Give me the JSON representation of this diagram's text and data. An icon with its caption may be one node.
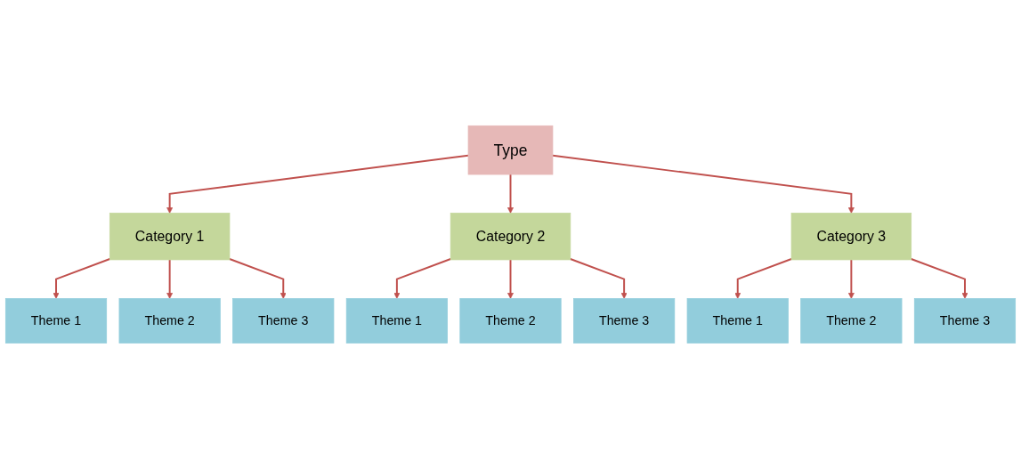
{
  "diagram": {
    "nodes": [
      {
        "text": [
          "Type"
        ]
      },
      {
        "text": [
          "Category 1"
        ]
      },
      {
        "text": [
          "Category 2"
        ]
      },
      {
        "text": [
          "Category 3"
        ]
      },
      {
        "text": [
          "Theme 1"
        ]
      },
      {
        "text": [
          "Theme 2"
        ]
      },
      {
        "text": [
          "Theme 3"
        ]
      },
      {
        "text": [
          "Theme 1"
        ]
      },
      {
        "text": [
          "Theme 2"
        ]
      },
      {
        "text": [
          "Theme 3"
        ]
      },
      {
        "text": [
          "Theme 1"
        ]
      },
      {
        "text": [
          "Theme 2"
        ]
      },
      {
        "text": [
          "Theme 3"
        ]
      }
    ],
    "edges": [
      {
        "from": 0,
        "to": 1,
        "arrow": "to"
      },
      {
        "from": 0,
        "to": 2,
        "arrow": "to"
      },
      {
        "from": 0,
        "to": 3,
        "arrow": "to"
      },
      {
        "from": 1,
        "to": 4,
        "arrow": "to"
      },
      {
        "from": 1,
        "to": 5,
        "arrow": "to"
      },
      {
        "from": 1,
        "to": 6,
        "arrow": "to"
      },
      {
        "from": 2,
        "to": 7,
        "arrow": "to"
      },
      {
        "from": 2,
        "to": 8,
        "arrow": "to"
      },
      {
        "from": 2,
        "to": 9,
        "arrow": "to"
      },
      {
        "from": 3,
        "to": 10,
        "arrow": "to"
      },
      {
        "from": 3,
        "to": 11,
        "arrow": "to"
      },
      {
        "from": 3,
        "to": 12,
        "arrow": "to"
      }
    ]
  }
}
